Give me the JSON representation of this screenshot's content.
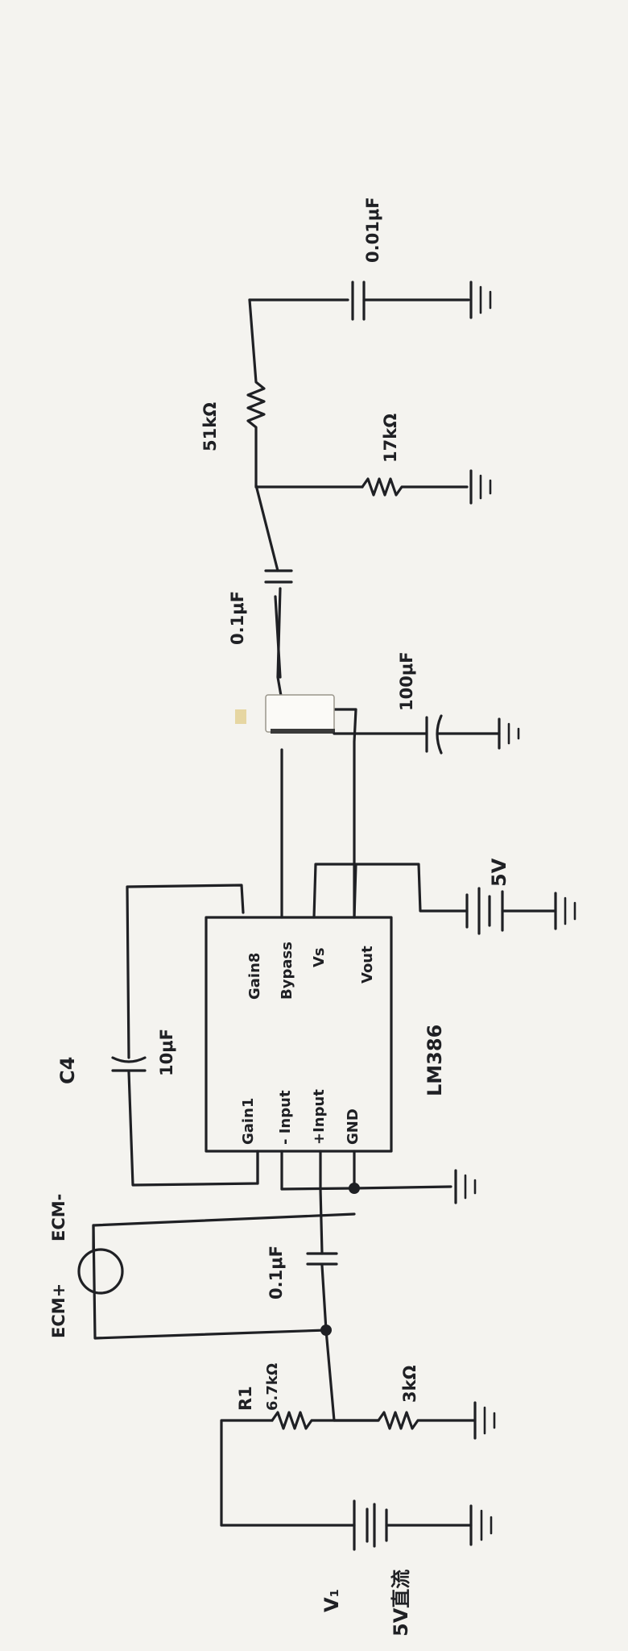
{
  "schematic": {
    "labels": {
      "v_source_name": "V₁",
      "v_source_value": "5V直流",
      "r1_name": "R1",
      "r1_value": "6.7kΩ",
      "r_3k": "3kΩ",
      "ecm_plus": "ECM+",
      "ecm_minus": "ECM-",
      "cap_input": "0.1μF",
      "cap_c4_name": "C4",
      "cap_c4_value": "10μF",
      "ic_name": "LM386",
      "pin_gain1": "Gain1",
      "pin_minus_input": "- Input",
      "pin_plus_input": "+Input",
      "pin_gnd": "GND",
      "pin_gain8": "Gain8",
      "pin_bypass": "Bypass",
      "pin_vs": "Vs",
      "pin_vout": "Vout",
      "supply_5v": "5V",
      "cap_100": "100μF",
      "cap_out": "0.1μF",
      "r_51k": "51kΩ",
      "r_17k": "17kΩ",
      "cap_001": "0.01μF"
    },
    "ink_color": "#1f2024",
    "paper_color": "#f4f3ef"
  }
}
